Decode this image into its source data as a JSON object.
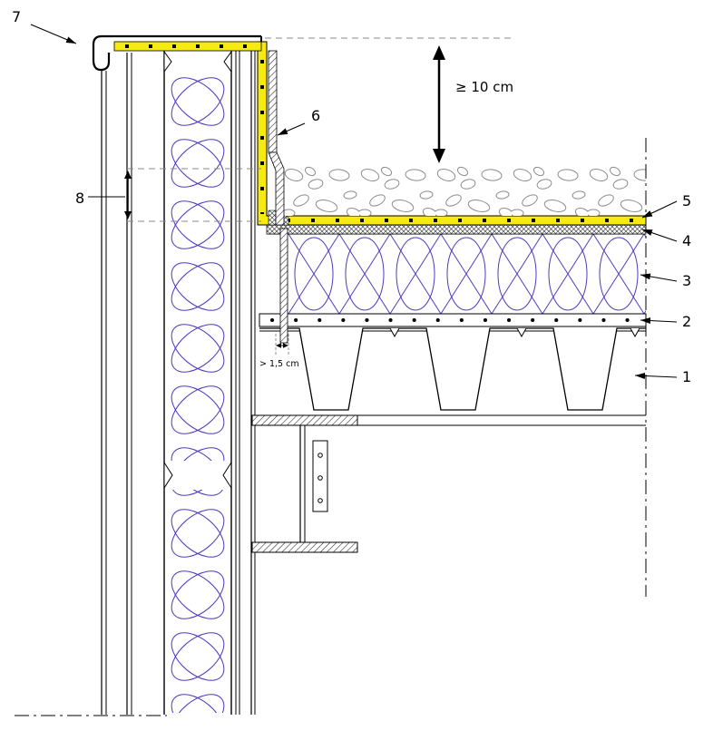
{
  "diagram": {
    "callouts": {
      "c1": "1",
      "c2": "2",
      "c3": "3",
      "c4": "4",
      "c5": "5",
      "c6": "6",
      "c7": "7",
      "c8": "8"
    },
    "dimensions": {
      "gravel_upstand_min": "≥ 10 cm",
      "edge_gap_min": "> 1,5 cm"
    },
    "colors": {
      "membrane_yellow": "#f6ea0f",
      "insulation_violet": "#4b39c0",
      "gravel_outline_gray": "#8c8c8c",
      "reference_dash_gray": "#8a8a8a",
      "linework_black": "#000000",
      "background_white": "#ffffff"
    }
  }
}
